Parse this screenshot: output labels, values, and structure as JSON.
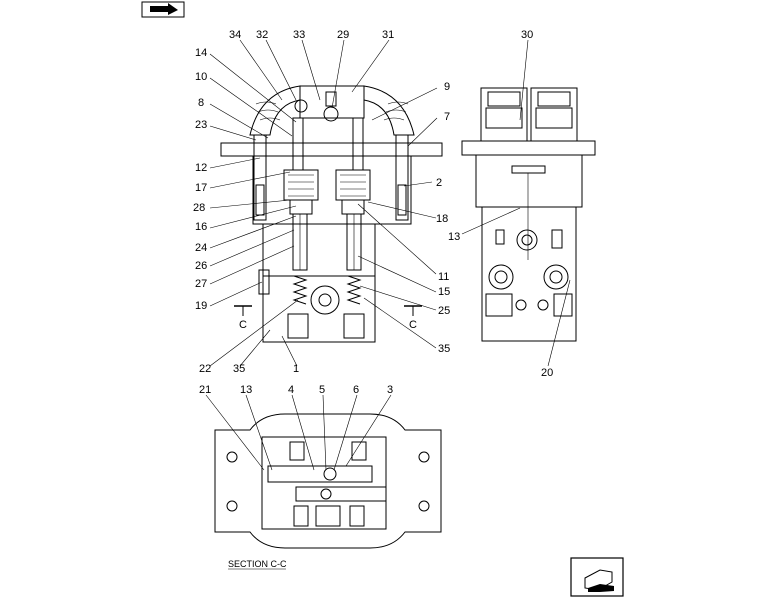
{
  "section_caption": "SECTION C-C",
  "section_marks": [
    "C",
    "C"
  ],
  "callouts": [
    "34",
    "32",
    "33",
    "29",
    "31",
    "30",
    "14",
    "10",
    "9",
    "8",
    "7",
    "23",
    "12",
    "2",
    "17",
    "28",
    "18",
    "16",
    "13",
    "24",
    "26",
    "11",
    "27",
    "15",
    "19",
    "25",
    "35",
    "22",
    "35",
    "1",
    "20",
    "21",
    "13",
    "4",
    "5",
    "6",
    "3"
  ]
}
